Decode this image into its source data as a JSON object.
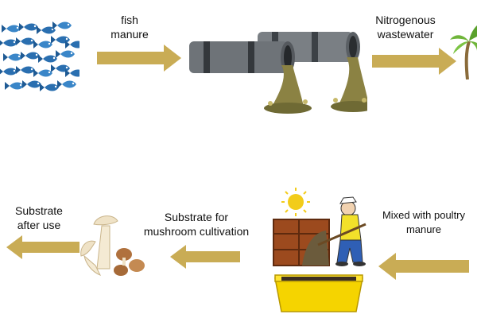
{
  "colors": {
    "arrow": "#c9ac55",
    "fish_blue": "#2a6fb0",
    "pipe_gray": "#6e7378",
    "water_brown": "#8b8243",
    "palm_green": "#6fb53a",
    "crate_brown": "#9c4a1e",
    "tray_yellow": "#f5d400",
    "mushroom_cream": "#efe2c6",
    "sun_yellow": "#f2cc1a"
  },
  "steps": {
    "fish_manure": "fish\nmanure",
    "nitrogenous_wastewater": "Nitrogenous\nwastewater",
    "mixed_with_poultry_manure": "Mixed with poultry\nmanure",
    "substrate_for_mushroom": "Substrate for\nmushroom cultivation",
    "substrate_after_use": "Substrate\nafter use"
  },
  "icons": {
    "fish_school": "fish-school-icon",
    "pipes": "pipes-icon",
    "palm": "palm-tree-icon",
    "composting": "composting-icon",
    "tray": "substrate-tray-icon",
    "mushrooms": "mushrooms-icon"
  }
}
